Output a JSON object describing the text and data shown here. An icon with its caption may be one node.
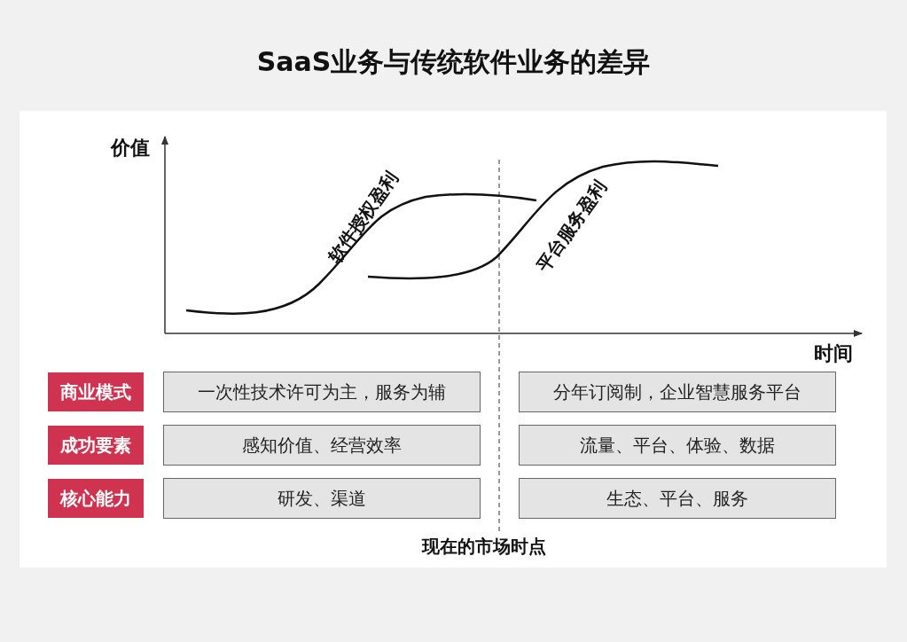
{
  "diagram": {
    "title": "SaaS业务与传统软件业务的差异",
    "nodes": [
      {
        "text": [
          "商业模式"
        ]
      },
      {
        "text": [
          "一次性技术许可为主，服务为辅"
        ]
      },
      {
        "text": [
          "分年订阅制，企业智慧服务平台"
        ]
      },
      {
        "text": [
          "成功要素"
        ]
      },
      {
        "text": [
          "感知价值、经营效率"
        ]
      },
      {
        "text": [
          "流量、平台、体验、数据"
        ]
      },
      {
        "text": [
          "核心能力"
        ]
      },
      {
        "text": [
          "研发、渠道"
        ]
      },
      {
        "text": [
          "生态、平台、服务"
        ]
      }
    ],
    "labels": [
      "价值",
      "软件授权盈利",
      "平台服务盈利",
      "时间",
      "现在的市场时点"
    ]
  }
}
